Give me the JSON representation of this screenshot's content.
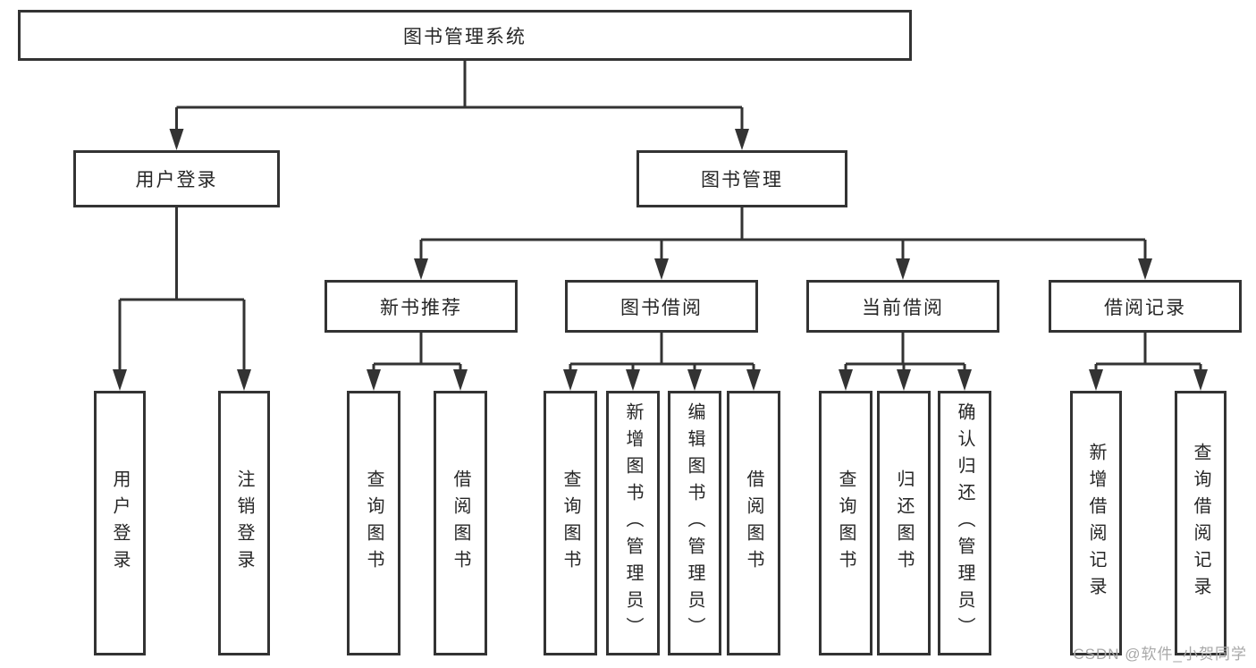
{
  "tree": {
    "label": "图书管理系统",
    "children": [
      {
        "label": "用户登录",
        "children": [
          {
            "label": "用户登录"
          },
          {
            "label": "注销登录"
          }
        ]
      },
      {
        "label": "图书管理",
        "children": [
          {
            "label": "新书推荐",
            "children": [
              {
                "label": "查询图书"
              },
              {
                "label": "借阅图书"
              }
            ]
          },
          {
            "label": "图书借阅",
            "children": [
              {
                "label": "查询图书"
              },
              {
                "label": "新增图书（管理员）"
              },
              {
                "label": "编辑图书（管理员）"
              },
              {
                "label": "借阅图书"
              }
            ]
          },
          {
            "label": "当前借阅",
            "children": [
              {
                "label": "查询图书"
              },
              {
                "label": "归还图书"
              },
              {
                "label": "确认归还（管理员）"
              }
            ]
          },
          {
            "label": "借阅记录",
            "children": [
              {
                "label": "新增借阅记录"
              },
              {
                "label": "查询借阅记录"
              }
            ]
          }
        ]
      }
    ]
  },
  "watermark": "CSDN @软件_小贺同学",
  "colors": {
    "line": "#333333",
    "box_fill": "#ffffff",
    "text": "#262626",
    "watermark": "#a8a8a8"
  }
}
